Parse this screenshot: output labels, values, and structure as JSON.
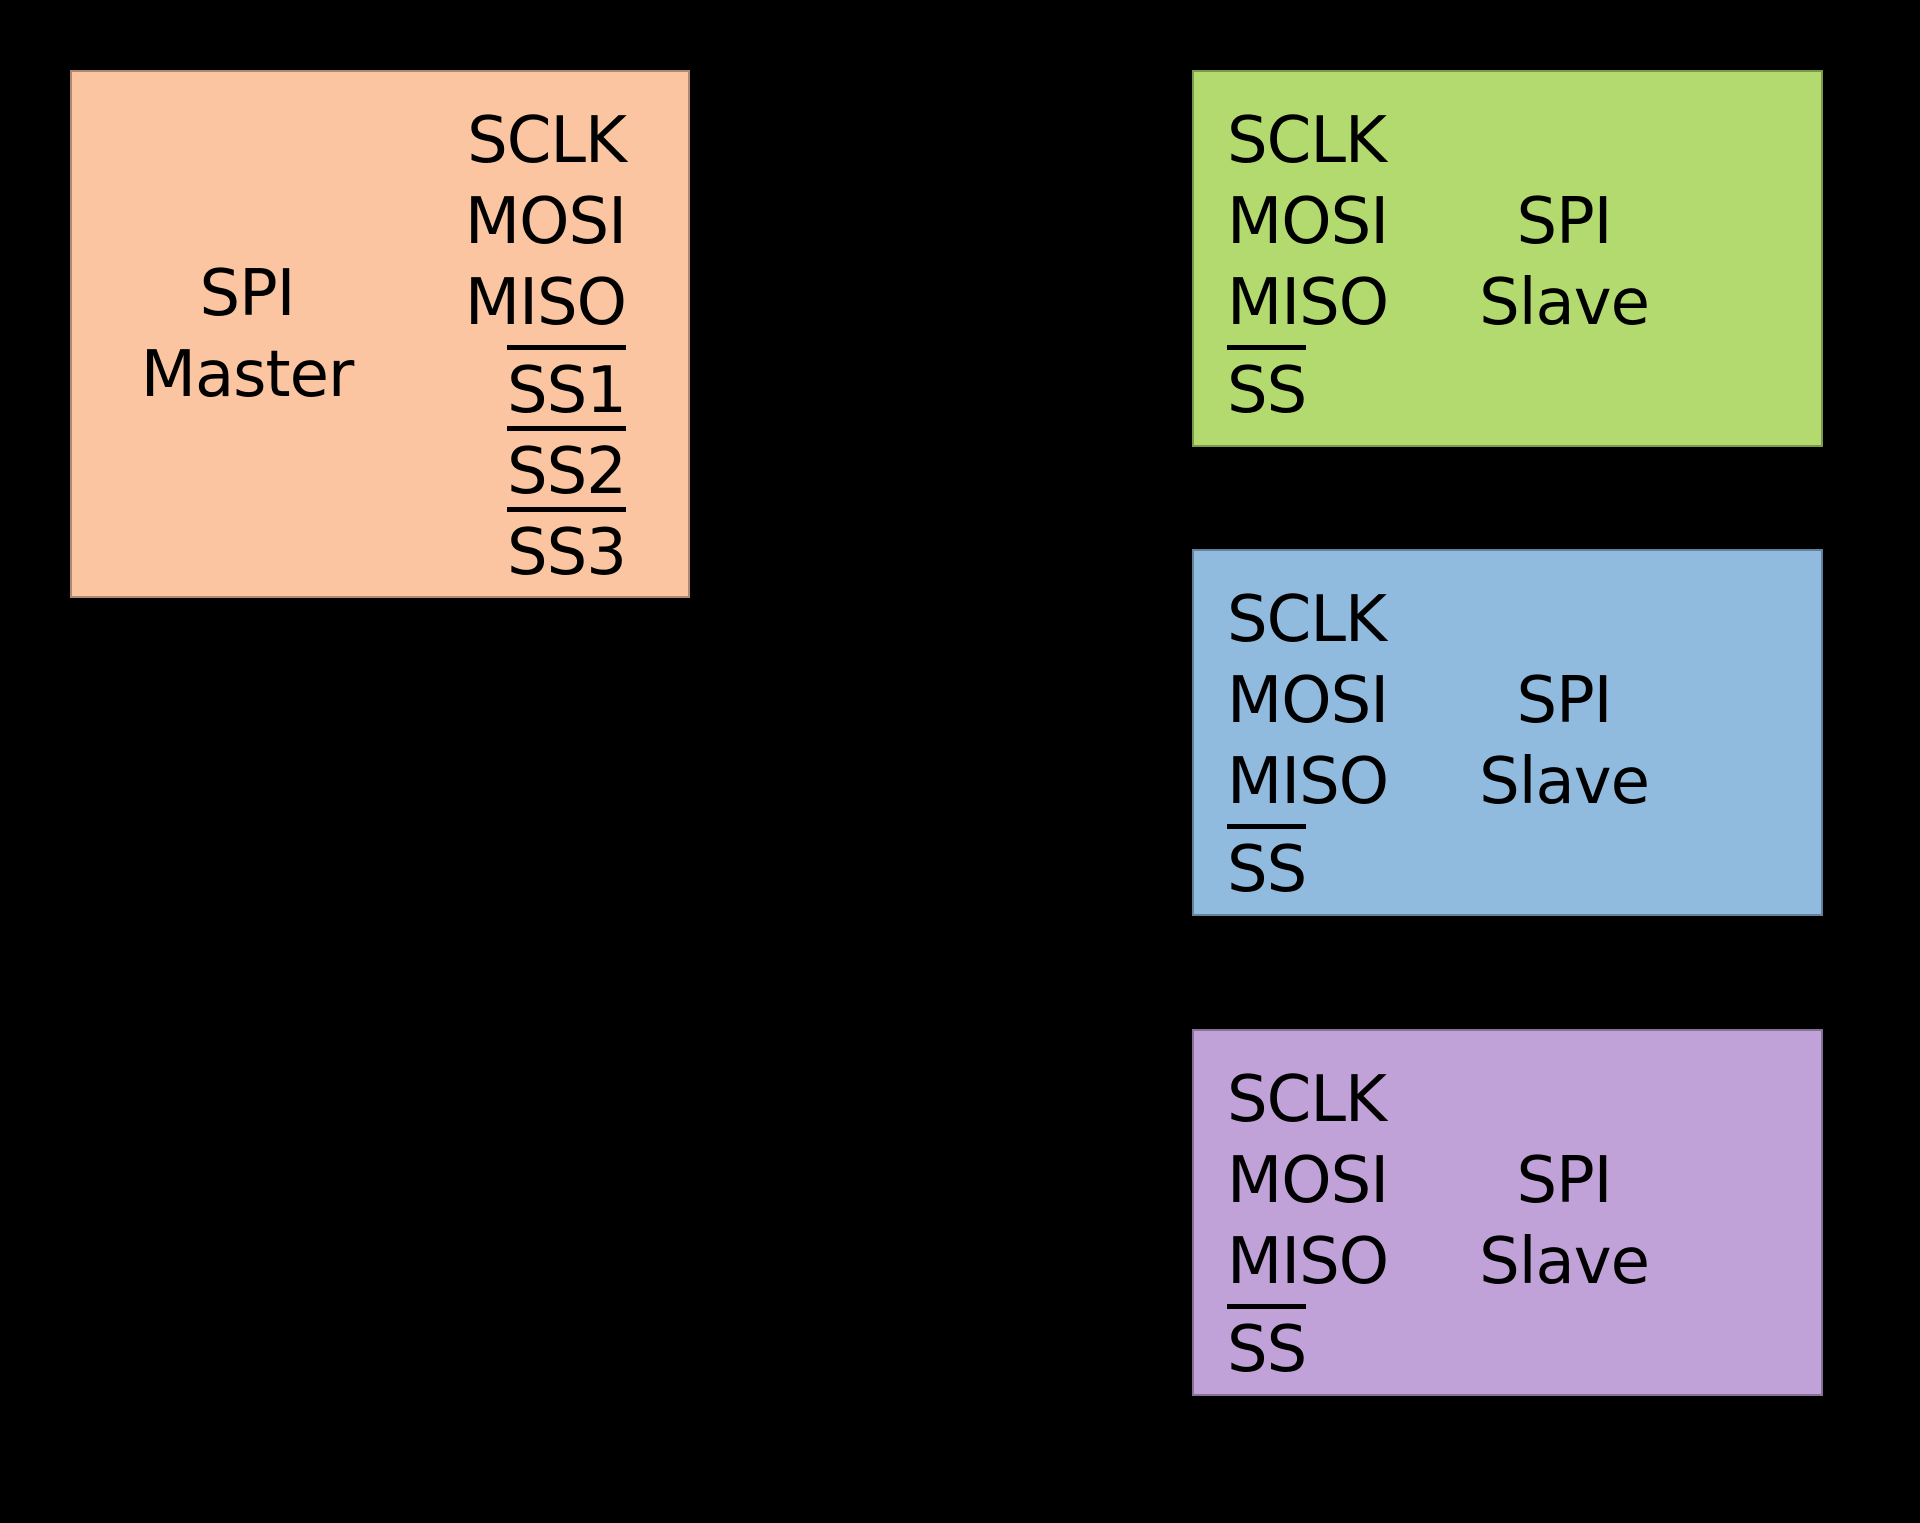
{
  "canvas": {
    "background": "#000000",
    "text_color": "#000000"
  },
  "master": {
    "fill": "#FAC5A0",
    "label": [
      "SPI",
      "Master"
    ],
    "pins": [
      {
        "name": "SCLK",
        "overline": false
      },
      {
        "name": "MOSI",
        "overline": false
      },
      {
        "name": "MISO",
        "overline": false
      },
      {
        "name": "SS1",
        "overline": true
      },
      {
        "name": "SS2",
        "overline": true
      },
      {
        "name": "SS3",
        "overline": true
      }
    ]
  },
  "slaves": [
    {
      "fill": "#B2DA6E",
      "label": [
        "SPI",
        "Slave"
      ],
      "pins": [
        {
          "name": "SCLK",
          "overline": false
        },
        {
          "name": "MOSI",
          "overline": false
        },
        {
          "name": "MISO",
          "overline": false
        },
        {
          "name": "SS",
          "overline": true
        }
      ]
    },
    {
      "fill": "#90BBDE",
      "label": [
        "SPI",
        "Slave"
      ],
      "pins": [
        {
          "name": "SCLK",
          "overline": false
        },
        {
          "name": "MOSI",
          "overline": false
        },
        {
          "name": "MISO",
          "overline": false
        },
        {
          "name": "SS",
          "overline": true
        }
      ]
    },
    {
      "fill": "#C0A2D8",
      "label": [
        "SPI",
        "Slave"
      ],
      "pins": [
        {
          "name": "SCLK",
          "overline": false
        },
        {
          "name": "MOSI",
          "overline": false
        },
        {
          "name": "MISO",
          "overline": false
        },
        {
          "name": "SS",
          "overline": true
        }
      ]
    }
  ]
}
